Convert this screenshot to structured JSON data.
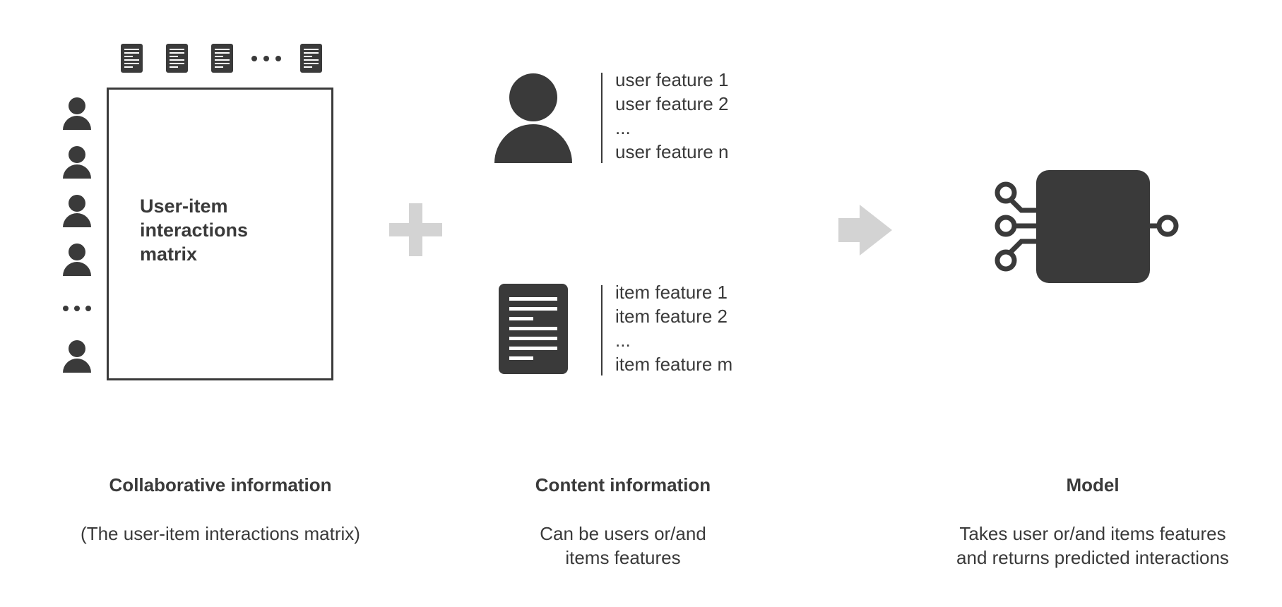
{
  "matrix": {
    "label_line1": "User-item",
    "label_line2": "interactions",
    "label_line3": "matrix"
  },
  "user_features": [
    "user feature 1",
    "user feature 2",
    "...",
    "user feature n"
  ],
  "item_features": [
    "item feature 1",
    "item feature 2",
    "...",
    "item feature m"
  ],
  "sections": {
    "collaborative": {
      "title": "Collaborative information",
      "description": "(The user-item interactions matrix)"
    },
    "content": {
      "title": "Content information",
      "description": "Can  be users or/and\nitems features"
    },
    "model": {
      "title": "Model",
      "description": "Takes user or/and items features\nand returns predicted interactions"
    }
  },
  "icons": {
    "user": "user-icon",
    "document": "document-icon",
    "plus": "plus-icon",
    "arrow": "arrow-right-icon",
    "chip": "chip-icon",
    "ellipsis": "ellipsis-icon"
  },
  "colors": {
    "dark": "#3a3a3a",
    "light_gray": "#d3d3d3"
  }
}
